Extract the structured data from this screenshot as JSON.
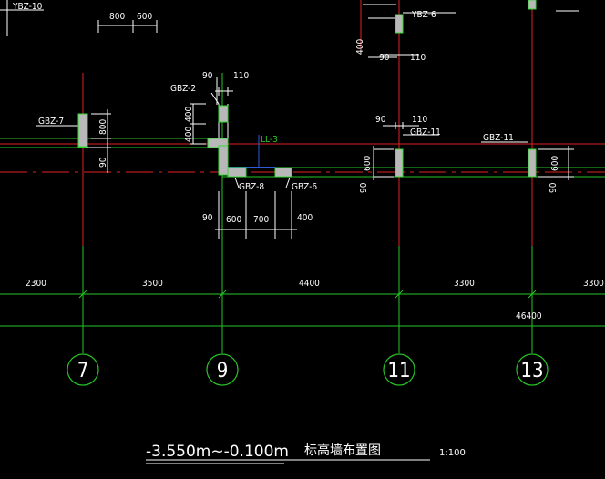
{
  "colors": {
    "background": "#000000",
    "axis_green": "#27c427",
    "axis_red": "#e02020",
    "wall_white": "#ffffff",
    "column_fill": "#b8b8b8",
    "column_edge": "#33dd33",
    "beam_blue": "#2f5bd8",
    "text": "#ffffff"
  },
  "component_labels": {
    "ybz10": "YBZ-10",
    "ybz6": "YBZ-6",
    "gbz2": "GBZ-2",
    "gbz7": "GBZ-7",
    "gbz11_a": "GBZ-11",
    "gbz11_b": "GBZ-11",
    "gbz8": "GBZ-8",
    "gbz6": "GBZ-6",
    "beam_ll3": "LL-3"
  },
  "dimensions": {
    "top_800": "800",
    "top_600": "600",
    "top_400": "400",
    "top_90": "90",
    "top_110": "110",
    "gbz2_90": "90",
    "gbz2_110": "110",
    "gbz2_400a": "400",
    "gbz2_400b": "400",
    "gbz7_800": "800",
    "gbz7_90": "90",
    "gbz11a_90": "90",
    "gbz11a_110": "110",
    "gbz11a_600": "600",
    "gbz11a_90b": "90",
    "gbz11b_600": "600",
    "gbz11b_90": "90",
    "bottom_90": "90",
    "bottom_600": "600",
    "bottom_700": "700",
    "bottom_400": "400"
  },
  "axis_spans": {
    "span_left": "2300",
    "span_7_9": "3500",
    "span_9_11": "4400",
    "span_11_13": "3300",
    "span_right": "3300",
    "total": "46400"
  },
  "axis_bubbles": [
    "7",
    "9",
    "11",
    "13"
  ],
  "title": {
    "elevation": "-3.550m~-0.100m",
    "name": "标高墙布置图",
    "scale": "1:100"
  }
}
